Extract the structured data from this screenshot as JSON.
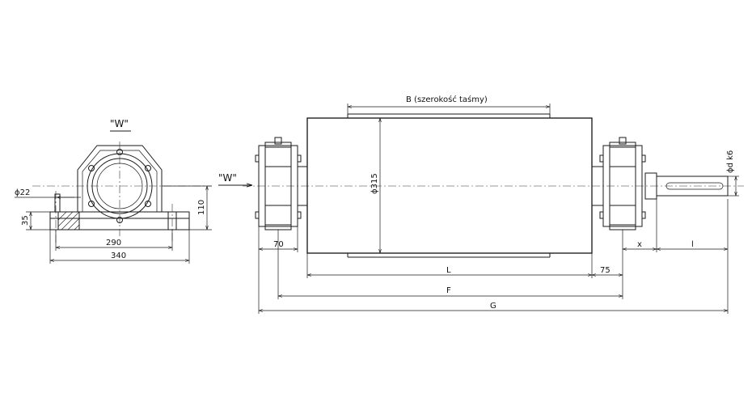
{
  "side_view": {
    "view_label": "\"W\"",
    "dim_bolt_hole": "ϕ22",
    "dim_base_height": "35",
    "dim_axis_height": "110",
    "dim_bolt_spacing": "290",
    "dim_base_width": "340"
  },
  "front_view": {
    "view_arrow_label": "\"W\"",
    "belt_width": "B (szerokość  taśmy)",
    "drum_diameter": "ϕ315",
    "shaft_diameter": "ϕd k6",
    "dim_bearing_width": "70",
    "dim_x": "x",
    "dim_l": "l",
    "dim_L": "L",
    "dim_75": "75",
    "dim_F": "F",
    "dim_G": "G"
  }
}
